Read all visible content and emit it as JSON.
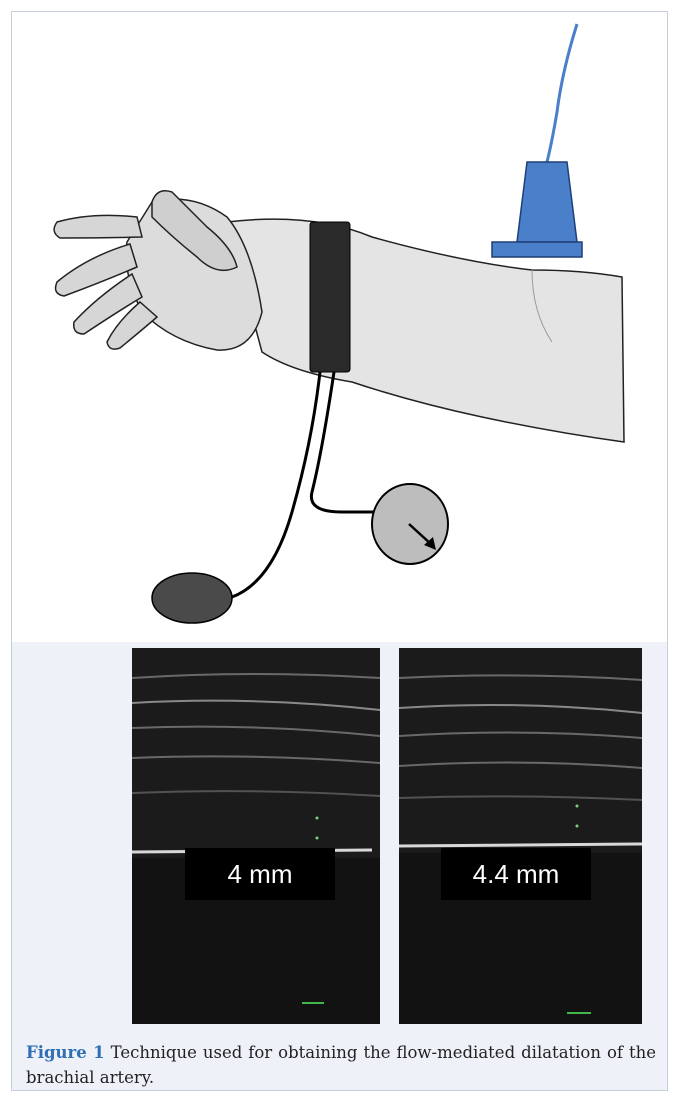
{
  "figure": {
    "label": "Figure 1",
    "caption": "Technique used for obtaining the flow-mediated dilatation of the brachial artery."
  },
  "ultrasound_panels": [
    {
      "measurement": "4 mm"
    },
    {
      "measurement": "4.4 mm"
    }
  ],
  "colors": {
    "probe": "#4a7fc9",
    "cuff": "#2a2a2a",
    "gauge": "#bdbdbd",
    "bulb": "#4a4a4a",
    "caption_label": "#2f6fb5",
    "figure_background": "#eef2f8"
  }
}
